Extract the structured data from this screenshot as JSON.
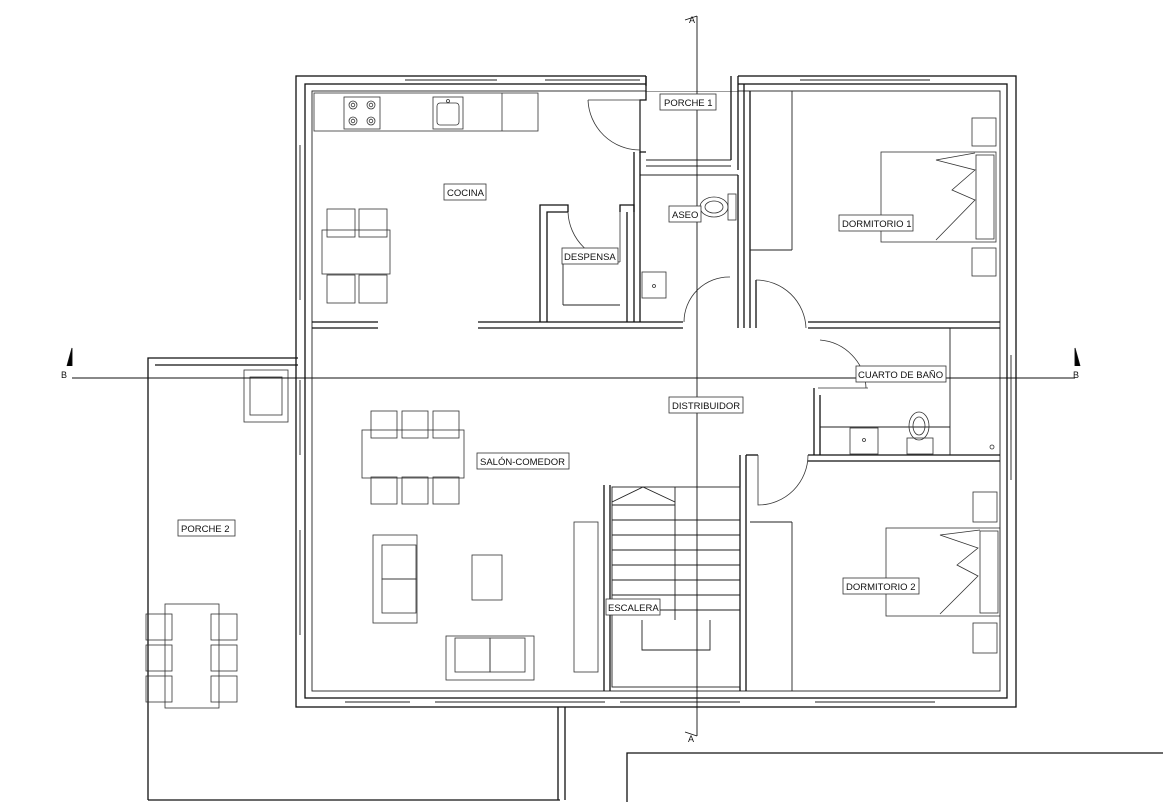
{
  "colors": {
    "line": "#111111",
    "background": "#ffffff"
  },
  "section_marks": {
    "a": "A",
    "b": "B"
  },
  "rooms": {
    "porche_1": "PORCHE 1",
    "cocina": "COCINA",
    "aseo": "ASEO",
    "despensa": "DESPENSA",
    "dormitorio_1": "DORMITORIO 1",
    "cuarto_bano": "CUARTO DE BAÑO",
    "distribuidor": "DISTRIBUIDOR",
    "salon_comedor": "SALÓN-COMEDOR",
    "porche_2": "PORCHE 2",
    "escalera": "ESCALERA",
    "dormitorio_2": "DORMITORIO 2"
  }
}
